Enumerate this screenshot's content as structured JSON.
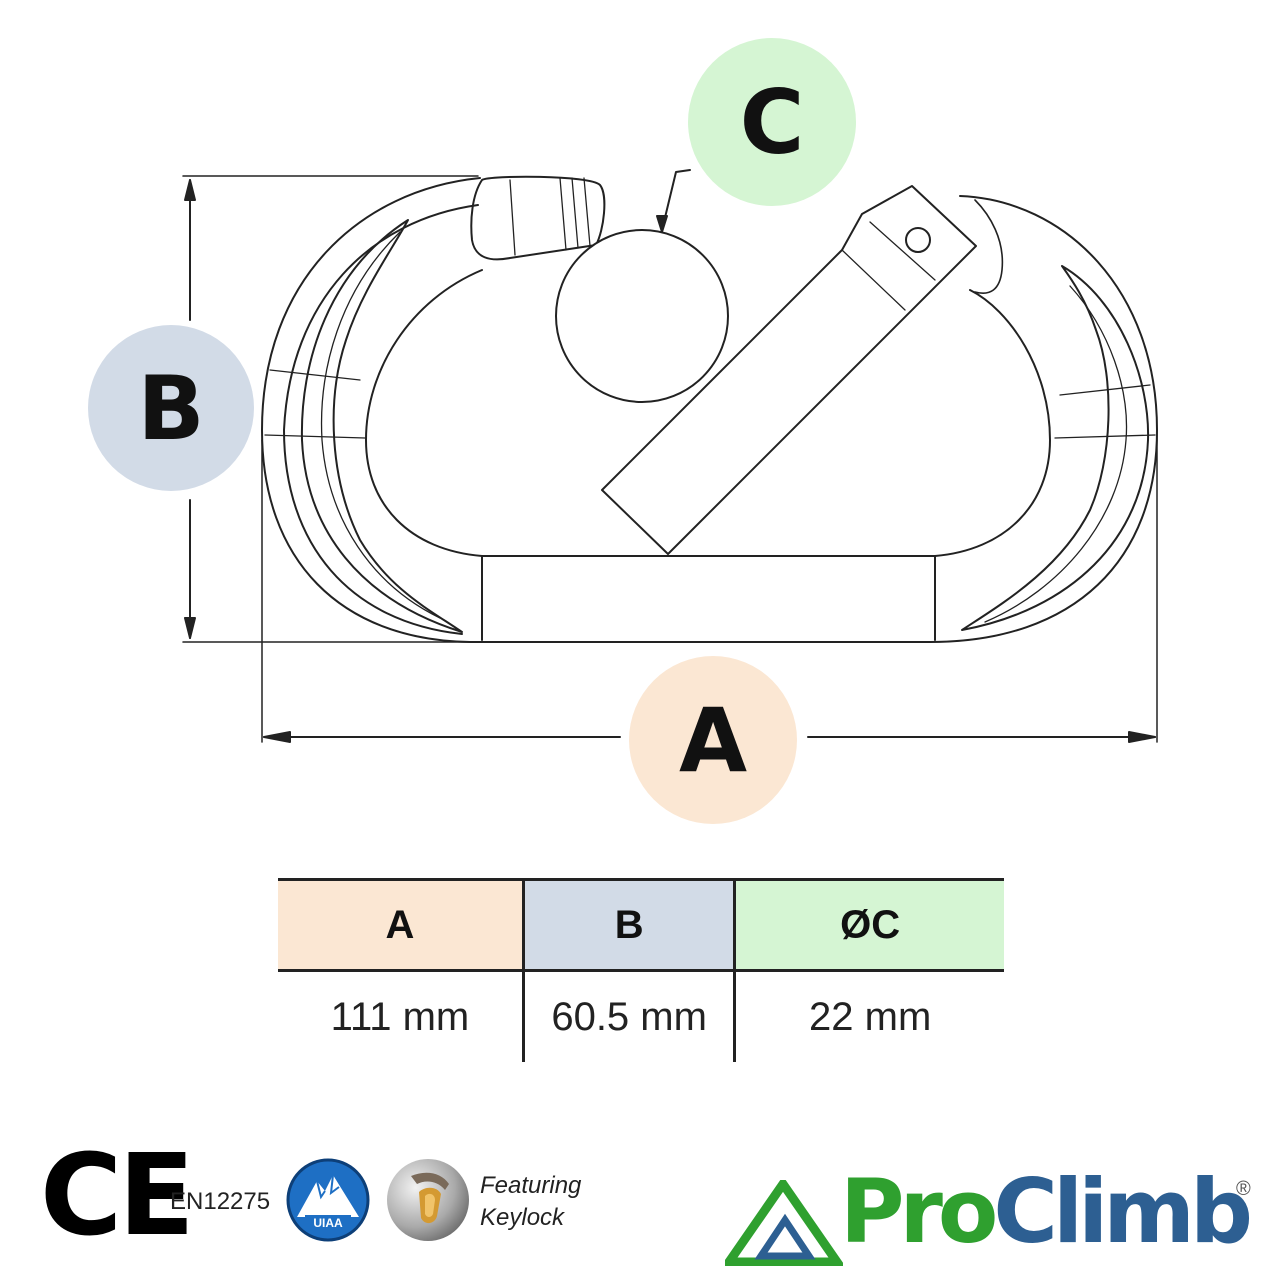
{
  "labels": {
    "a": "A",
    "b": "B",
    "c": "C"
  },
  "colors": {
    "a_fill": "#fbe7d3",
    "b_fill": "#d2dbe7",
    "c_fill": "#d5f5d3",
    "line": "#222222",
    "brand_green": "#2fa02f",
    "brand_blue": "#2d5f92",
    "uiaa_blue": "#1e6fc4"
  },
  "table": {
    "headers": [
      "A",
      "B",
      "ØC"
    ],
    "values": [
      "111 mm",
      "60.5 mm",
      "22 mm"
    ]
  },
  "certifications": {
    "ce_mark": "CE",
    "standard": "EN12275",
    "uiaa_text": "UIAA",
    "featuring_line1": "Featuring",
    "featuring_line2": "Keylock"
  },
  "brand": {
    "name": "ProClimb",
    "registered": "®"
  }
}
